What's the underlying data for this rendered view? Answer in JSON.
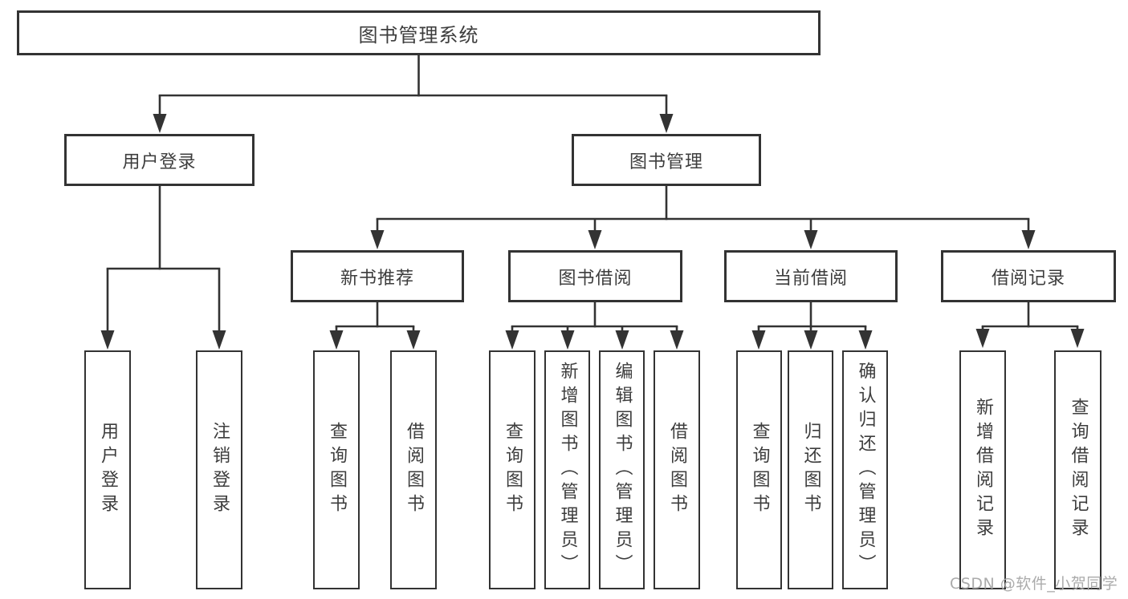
{
  "root": {
    "label": "图书管理系统"
  },
  "branches": [
    {
      "label": "用户登录",
      "children": [
        {
          "label": "用户登录"
        },
        {
          "label": "注销登录"
        }
      ]
    },
    {
      "label": "图书管理",
      "children": [
        {
          "label": "新书推荐",
          "children": [
            {
              "label": "查询图书"
            },
            {
              "label": "借阅图书"
            }
          ]
        },
        {
          "label": "图书借阅",
          "children": [
            {
              "label": "查询图书"
            },
            {
              "label": "新增图书（管理员）"
            },
            {
              "label": "编辑图书（管理员）"
            },
            {
              "label": "借阅图书"
            }
          ]
        },
        {
          "label": "当前借阅",
          "children": [
            {
              "label": "查询图书"
            },
            {
              "label": "归还图书"
            },
            {
              "label": "确认归还（管理员）"
            }
          ]
        },
        {
          "label": "借阅记录",
          "children": [
            {
              "label": "新增借阅记录"
            },
            {
              "label": "查询借阅记录"
            }
          ]
        }
      ]
    }
  ],
  "watermark": {
    "text": "CSDN @软件_小贺同学"
  },
  "colors": {
    "line": "#333333",
    "box_border": "#333333",
    "text": "#3d3d3d",
    "watermark": "#ababab",
    "background": "#ffffff"
  }
}
